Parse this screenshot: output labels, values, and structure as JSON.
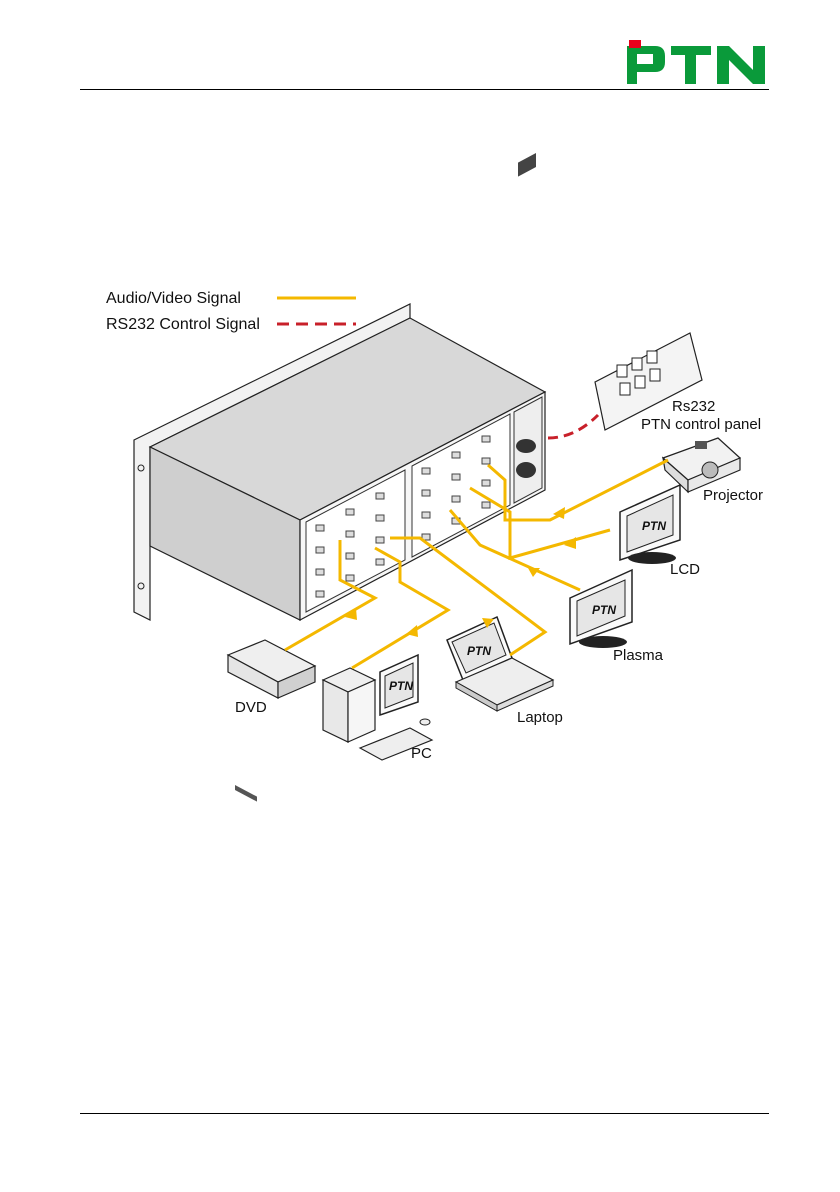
{
  "logo": {
    "text": "PTN",
    "colors": {
      "red": "#e8001c",
      "green": "#0a9a3a"
    }
  },
  "legend": {
    "av_signal": "Audio/Video Signal",
    "rs232_signal": "RS232 Control Signal",
    "av_color": "#f4b800",
    "rs232_color": "#c8202a"
  },
  "devices": {
    "control_panel_line1": "Rs232",
    "control_panel_line2": "PTN control panel",
    "projector": "Projector",
    "lcd": "LCD",
    "plasma": "Plasma",
    "dvd": "DVD",
    "pc": "PC",
    "laptop": "Laptop",
    "screen_brand": "PTN"
  }
}
